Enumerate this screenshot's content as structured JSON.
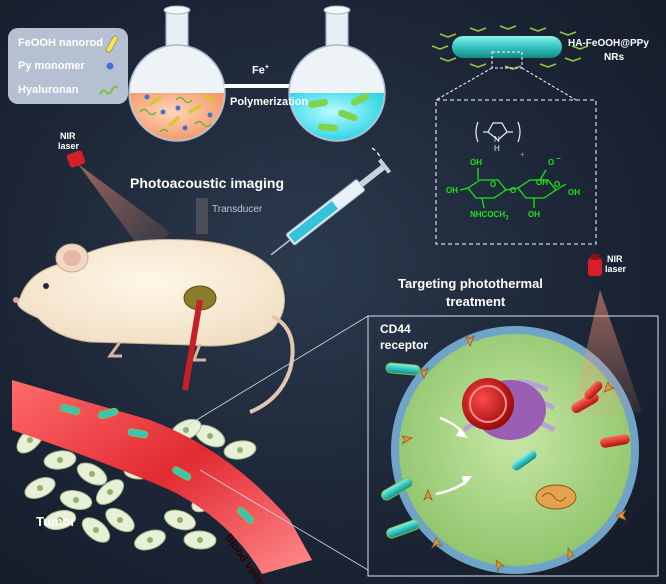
{
  "legend": {
    "items": [
      {
        "label": "FeOOH nanorod",
        "icon": "nanorod-icon"
      },
      {
        "label": "Py monomer",
        "icon": "monomer-dot-icon"
      },
      {
        "label": "Hyaluronan",
        "icon": "hyaluronan-chain-icon"
      }
    ]
  },
  "reaction": {
    "reagent": "Fe",
    "reagent_sup": "+",
    "step": "Polymerization"
  },
  "product": {
    "name_line1": "HA-FeOOH@PPy",
    "name_line2": "NRs"
  },
  "chemistry": {
    "nh": "N",
    "nh_h": "H",
    "plus": "+",
    "oh1": "OH",
    "oh2": "OH",
    "oh3": "OH",
    "oh4": "OH",
    "o1": "O",
    "o2": "O",
    "o3": "O",
    "coo": "O",
    "coo_minus": "−",
    "nhcoch3": "NHCOCH",
    "nhcoch3_sub": "3",
    "oh_ring": "OH"
  },
  "imaging": {
    "laser_top_line1": "NIR",
    "laser_top_line2": "laser",
    "title": "Photoacoustic imaging",
    "transducer": "Transducer"
  },
  "therapy": {
    "title_line1": "Targeting photothermal",
    "title_line2": "treatment",
    "laser_line1": "NIR",
    "laser_line2": "laser",
    "receptor_line1": "CD44",
    "receptor_line2": "receptor"
  },
  "tissue": {
    "tumor": "Tumor",
    "vessel": "Blood vessel"
  },
  "colors": {
    "background": "#1c2637",
    "nanorod": "#35c6c1",
    "chain": "#7cc142",
    "vessel": "#e0303a",
    "cell": "#9fcf7a",
    "chem_green": "#1fe21a",
    "legend_box": "#c7d3e3"
  }
}
